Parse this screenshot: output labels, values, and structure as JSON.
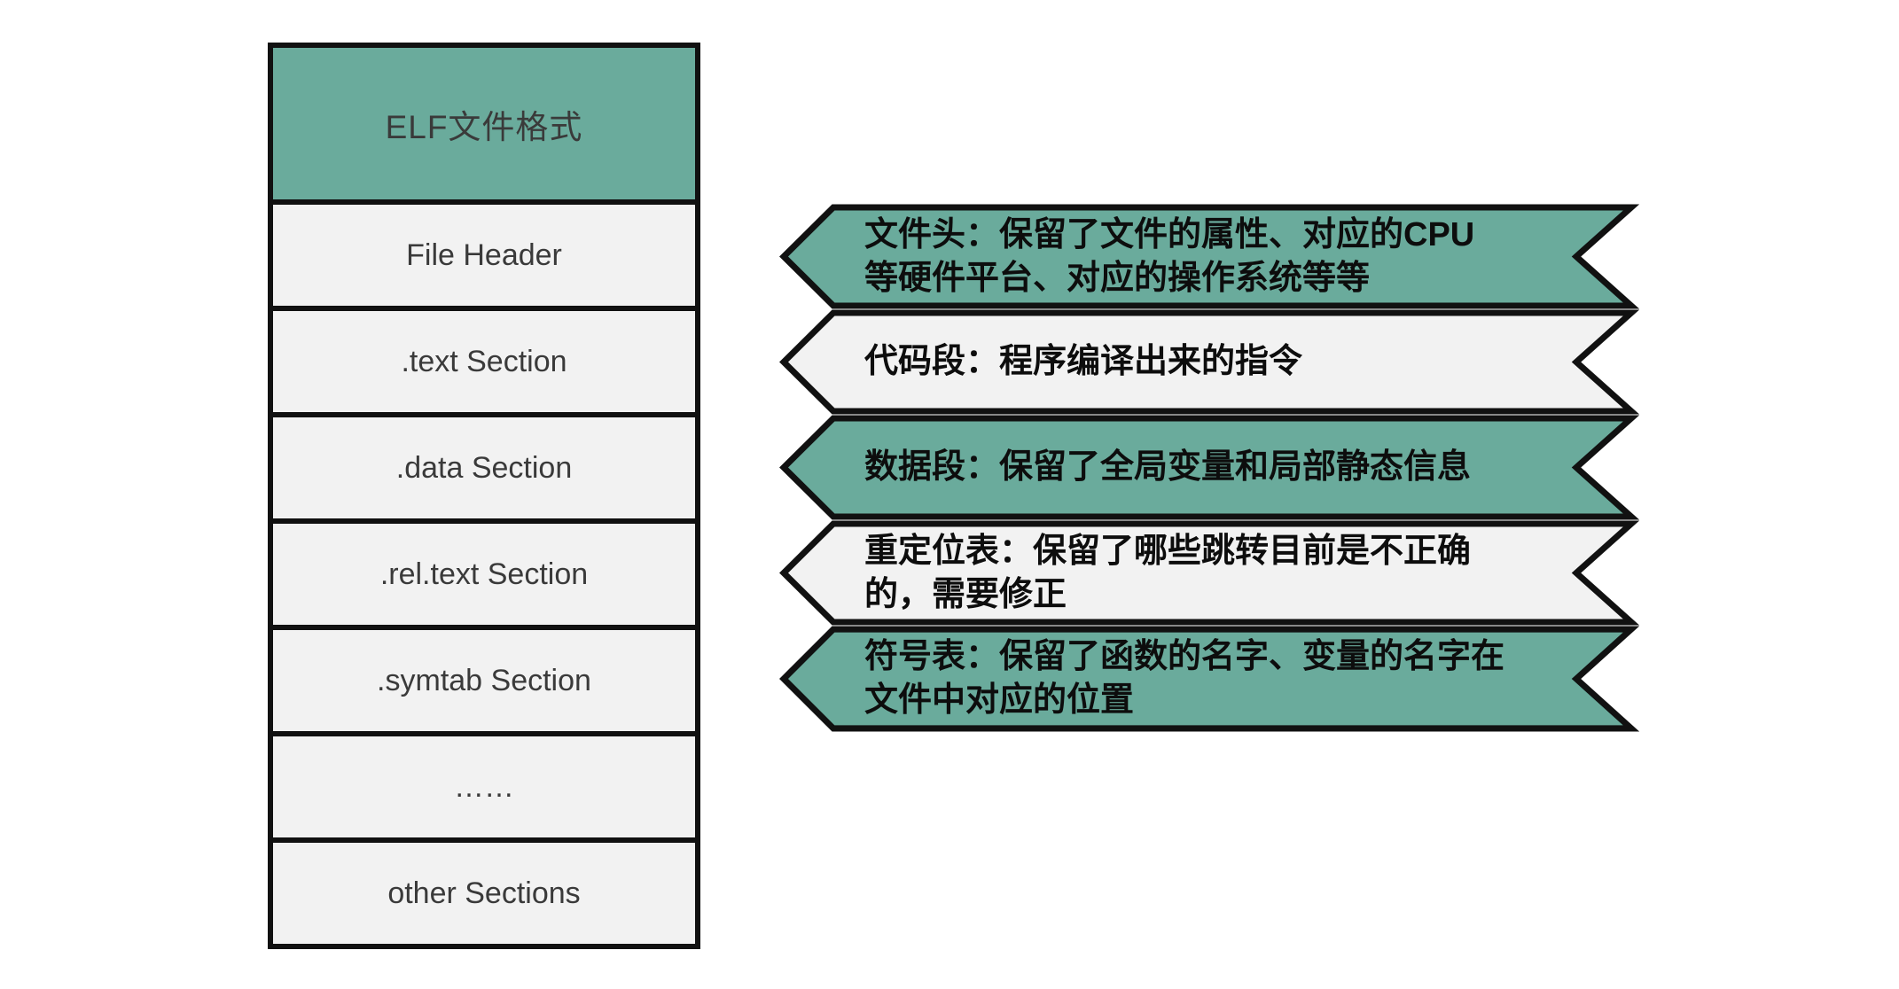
{
  "colors": {
    "teal": "#6aab9c",
    "light": "#f2f2f2",
    "border": "#111111",
    "table_text": "#3a3a3a",
    "banner_text": "#0d0d0d",
    "background": "#ffffff"
  },
  "table": {
    "title": "ELF文件格式",
    "rows": [
      {
        "label": "File Header"
      },
      {
        "label": ".text Section"
      },
      {
        "label": ".data Section"
      },
      {
        "label": ".rel.text Section"
      },
      {
        "label": ".symtab Section"
      },
      {
        "label": "……"
      },
      {
        "label": "other Sections"
      }
    ]
  },
  "banners": [
    {
      "variant": "teal",
      "text": "文件头：保留了文件的属性、对应的CPU\n等硬件平台、对应的操作系统等等"
    },
    {
      "variant": "light",
      "text": "代码段：程序编译出来的指令"
    },
    {
      "variant": "teal",
      "text": "数据段：保留了全局变量和局部静态信息"
    },
    {
      "variant": "light",
      "text": "重定位表：保留了哪些跳转目前是不正确\n的，需要修正"
    },
    {
      "variant": "teal",
      "text": "符号表：保留了函数的名字、变量的名字在\n文件中对应的位置"
    }
  ]
}
